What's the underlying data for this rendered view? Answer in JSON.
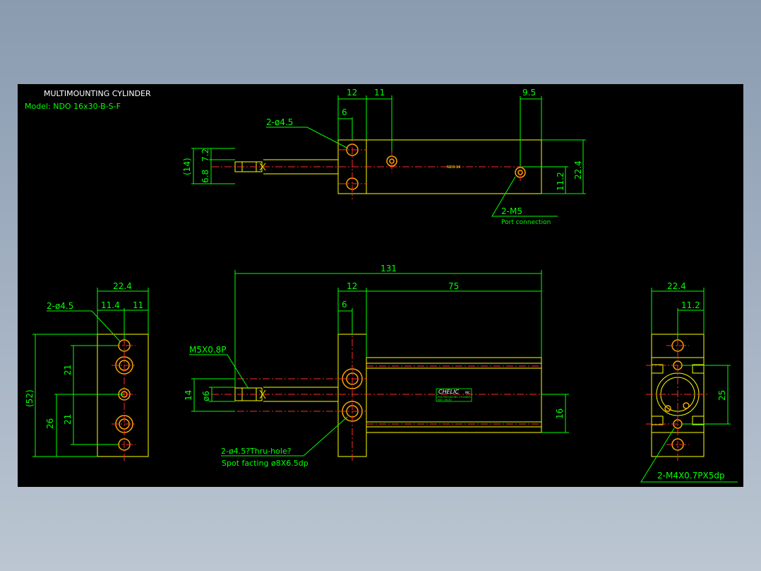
{
  "title": {
    "line1": "MULTIMOUNTING CYLINDER",
    "line2": "Model: NDO 16x30-B-S-F"
  },
  "top_view": {
    "dim_12": "12",
    "dim_11": "11",
    "dim_9_5": "9.5",
    "dim_6": "6",
    "hole_label": "2-ø4.5",
    "dim_14": "(14)",
    "dim_7_2": "7.2",
    "dim_6_8": "6.8",
    "dim_22_4": "22.4",
    "dim_11_2": "11.2",
    "body_text": "NDO 16",
    "port_label": "2-M5",
    "port_sub": "Port connection"
  },
  "left_view": {
    "dim_22_4": "22.4",
    "hole_label": "2-ø4.5",
    "dim_11_4": "11.4",
    "dim_11": "11",
    "dim_52": "(52)",
    "dim_26": "26",
    "dim_21a": "21",
    "dim_21b": "21"
  },
  "front_view": {
    "dim_131": "131",
    "dim_12": "12",
    "dim_75": "75",
    "dim_6": "6",
    "thread_label": "M5X0.8P",
    "dim_14": "14",
    "dim_d6": "ø6",
    "dim_16": "16",
    "hole_label": "2-ø4.5?Thru-hole?",
    "spot_label": "Spot facting ø8X6.5dp",
    "brand": "CHELIC",
    "brand_tag": "INC",
    "plate_line1": "MULTIMOUNTING CYLINDER",
    "plate_line2": "NDO 16x30"
  },
  "right_view": {
    "dim_22_4": "22.4",
    "dim_11_2": "11.2",
    "dim_25": "25",
    "thread_label": "2-M4X0.7PX5dp"
  },
  "colors": {
    "background": "#000000",
    "outline": "#ffff00",
    "dimension": "#00ff00",
    "centerline": "#ff2a2a",
    "hole": "#ffa500",
    "title_text": "#ffffff"
  }
}
